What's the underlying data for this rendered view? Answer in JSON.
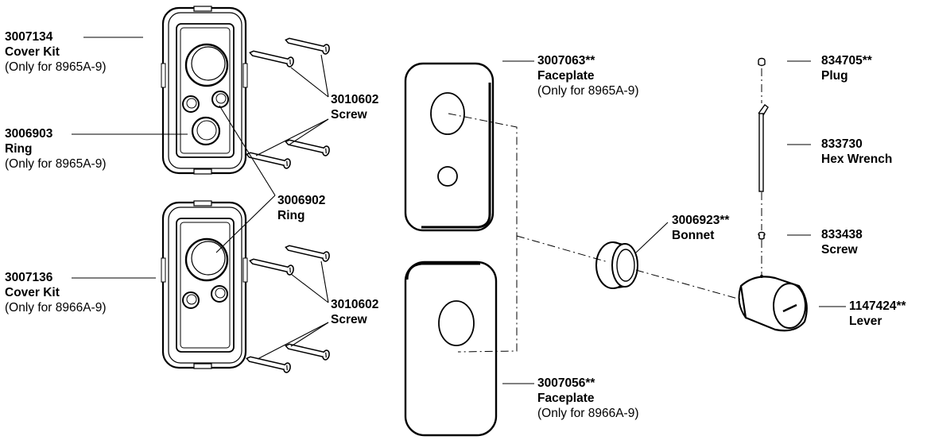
{
  "parts": [
    {
      "id": "cover-kit-top",
      "number": "3007134",
      "name": "Cover Kit",
      "note": "(Only for 8965A-9)"
    },
    {
      "id": "ring-3006903",
      "number": "3006903",
      "name": "Ring",
      "note": "(Only for 8965A-9)"
    },
    {
      "id": "cover-kit-bottom",
      "number": "3007136",
      "name": "Cover Kit",
      "note": "(Only for 8966A-9)"
    },
    {
      "id": "ring-3006902",
      "number": "3006902",
      "name": "Ring",
      "note": ""
    },
    {
      "id": "screw-top",
      "number": "3010602",
      "name": "Screw",
      "note": ""
    },
    {
      "id": "screw-bottom",
      "number": "3010602",
      "name": "Screw",
      "note": ""
    },
    {
      "id": "faceplate-top",
      "number": "3007063**",
      "name": "Faceplate",
      "note": "(Only for 8965A-9)"
    },
    {
      "id": "faceplate-bottom",
      "number": "3007056**",
      "name": "Faceplate",
      "note": "(Only for 8966A-9)"
    },
    {
      "id": "bonnet",
      "number": "3006923**",
      "name": "Bonnet",
      "note": ""
    },
    {
      "id": "plug",
      "number": "834705**",
      "name": "Plug",
      "note": ""
    },
    {
      "id": "hex-wrench",
      "number": "833730",
      "name": "Hex Wrench",
      "note": ""
    },
    {
      "id": "screw-833438",
      "number": "833438",
      "name": "Screw",
      "note": ""
    },
    {
      "id": "lever",
      "number": "1147424**",
      "name": "Lever",
      "note": ""
    }
  ]
}
